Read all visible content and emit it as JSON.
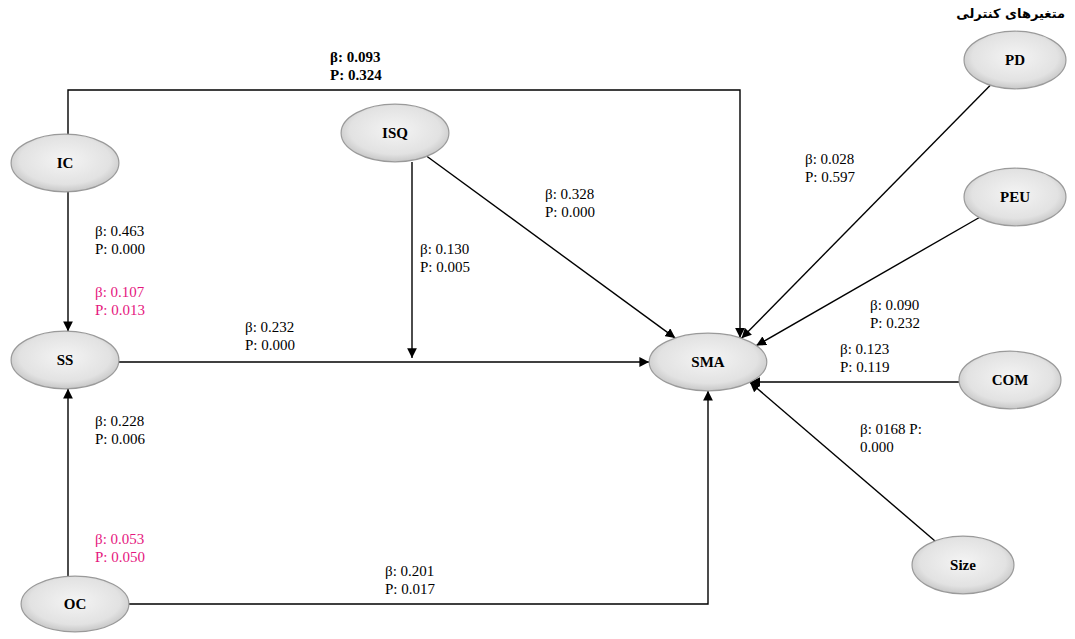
{
  "diagram": {
    "nodes": [
      {
        "text": [
          "IC"
        ]
      },
      {
        "text": [
          "ISQ"
        ]
      },
      {
        "text": [
          "SS"
        ]
      },
      {
        "text": [
          "SMA"
        ]
      },
      {
        "text": [
          "OC"
        ]
      },
      {
        "text": [
          "PD"
        ]
      },
      {
        "text": [
          "PEU"
        ]
      },
      {
        "text": [
          "COM"
        ]
      },
      {
        "text": [
          "Size"
        ]
      }
    ],
    "edges": [
      {
        "from": 0,
        "to": 3,
        "arrow": "to",
        "label": "β: 0.093 P: 0.324"
      },
      {
        "from": 0,
        "to": 2,
        "arrow": "to",
        "label": "β: 0.463 P: 0.000"
      },
      {
        "from": 1,
        "to": 3,
        "arrow": "to",
        "label": "β: 0.328 P: 0.000"
      },
      {
        "from": 2,
        "to": 3,
        "arrow": "to",
        "label": "β: 0.232 P: 0.000"
      },
      {
        "from": 4,
        "to": 2,
        "arrow": "to",
        "label": "β: 0.228 P: 0.006"
      },
      {
        "from": 4,
        "to": 3,
        "arrow": "to",
        "label": "β: 0.201 P: 0.017"
      },
      {
        "from": 5,
        "to": 3,
        "arrow": "to",
        "label": "β: 0.028 P: 0.597"
      },
      {
        "from": 6,
        "to": 3,
        "arrow": "to",
        "label": "β: 0.090 P: 0.232"
      },
      {
        "from": 7,
        "to": 3,
        "arrow": "to",
        "label": "β: 0.123 P: 0.119"
      },
      {
        "from": 8,
        "to": 3,
        "arrow": "to",
        "label": "β: 0168 P: 0.000"
      }
    ],
    "labels": [
      "متغیرهای کنترلی",
      "β: 0.107 P: 0.013",
      "β: 0.053 P: 0.050",
      "β: 0.130 P: 0.005"
    ]
  }
}
